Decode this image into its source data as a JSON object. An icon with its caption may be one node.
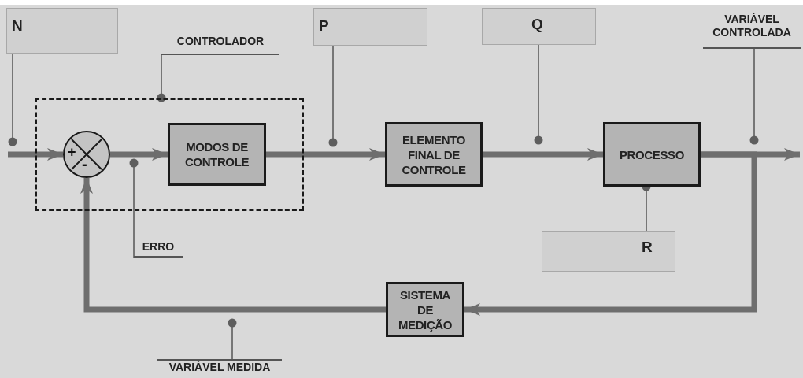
{
  "diagram": {
    "nodes": [
      {
        "text": [
          "N"
        ]
      },
      {
        "text": [
          "CONTROLADOR"
        ]
      },
      {
        "text": [
          "P"
        ]
      },
      {
        "text": [
          "Q"
        ]
      },
      {
        "text": [
          "VARIÁVEL CONTROLADA"
        ]
      },
      {
        "text": [],
        "shape": "box"
      },
      {
        "text": [
          "+",
          "-"
        ],
        "in": 5
      },
      {
        "text": [
          "MODOS DE CONTROLE"
        ],
        "in": 5
      },
      {
        "text": [
          "ELEMENTO FINAL DE CONTROLE"
        ]
      },
      {
        "text": [
          "PROCESSO"
        ]
      },
      {
        "text": [
          "ERRO"
        ]
      },
      {
        "text": [
          "R"
        ]
      },
      {
        "text": [
          "SISTEMA DE MEDIÇÃO"
        ]
      },
      {
        "text": [
          "VARIÁVEL MEDIDA"
        ]
      }
    ],
    "edges": [
      {
        "from": null,
        "to": 6,
        "arrow": "to",
        "style": "thick"
      },
      {
        "from": 6,
        "to": 7,
        "arrow": "to",
        "style": "thick"
      },
      {
        "from": 7,
        "to": 8,
        "arrow": "to",
        "style": "thick"
      },
      {
        "from": 8,
        "to": 9,
        "arrow": "to",
        "style": "thick"
      },
      {
        "from": 9,
        "to": null,
        "arrow": "to",
        "style": "thick"
      },
      {
        "from": 9,
        "to": 12,
        "arrow": "to",
        "style": "thick"
      },
      {
        "from": 12,
        "to": 6,
        "arrow": "to",
        "style": "thick"
      },
      {
        "from": 0,
        "to": null,
        "arrow": "other"
      },
      {
        "from": 1,
        "to": 5,
        "arrow": "other"
      },
      {
        "from": 2,
        "to": null,
        "arrow": "other"
      },
      {
        "from": 3,
        "to": null,
        "arrow": "other"
      },
      {
        "from": 4,
        "to": null,
        "arrow": "other"
      },
      {
        "from": 10,
        "to": null,
        "arrow": "other"
      },
      {
        "from": 11,
        "to": 9,
        "arrow": "other"
      },
      {
        "from": 13,
        "to": null,
        "arrow": "other"
      }
    ]
  }
}
